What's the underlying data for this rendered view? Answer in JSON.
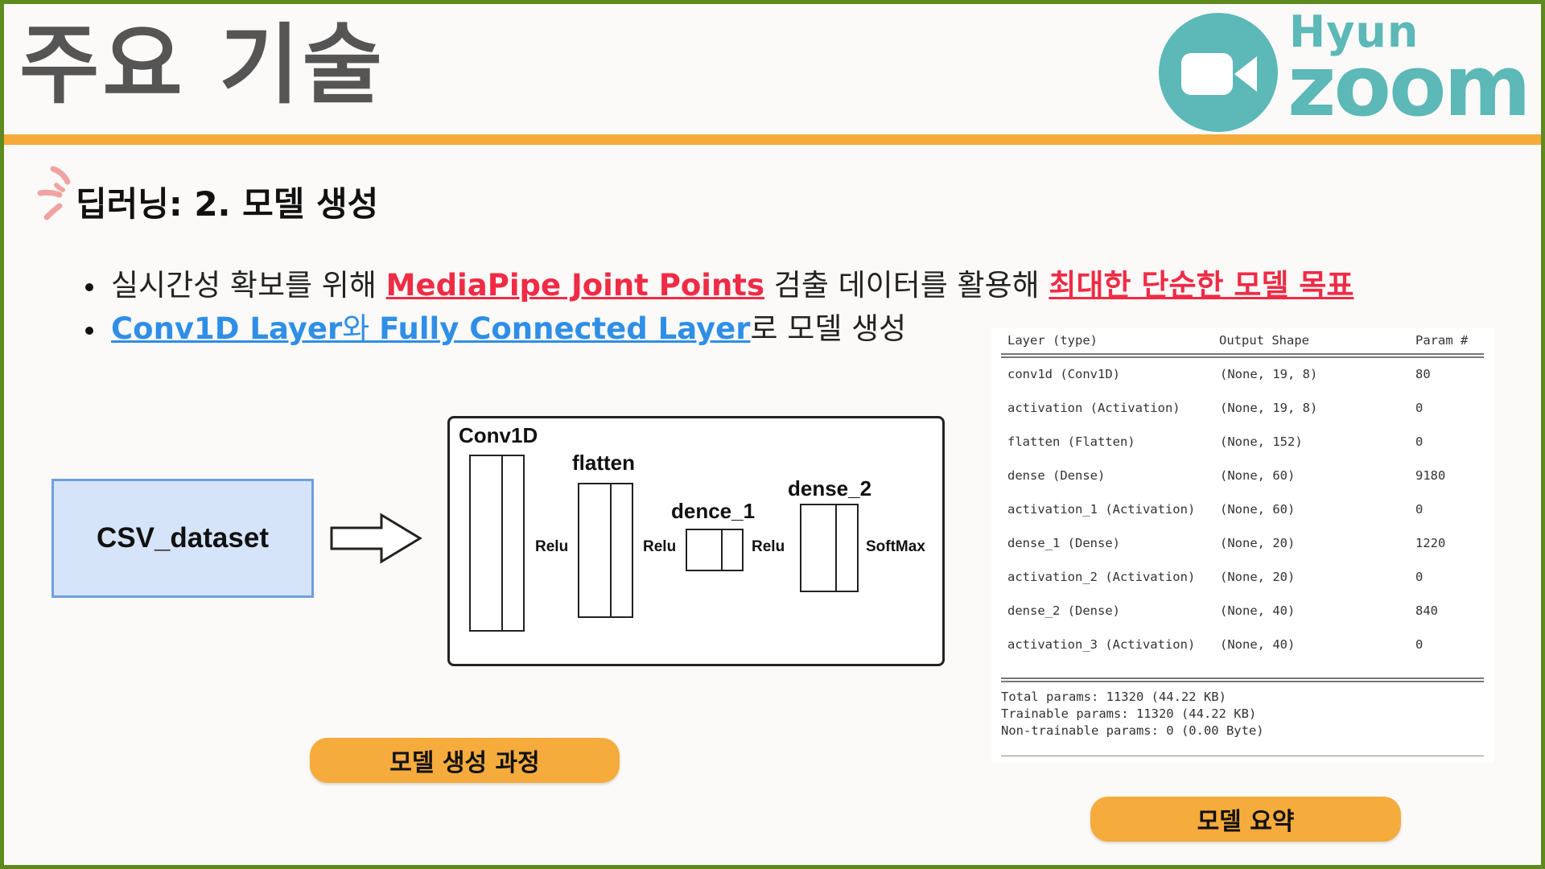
{
  "slide": {
    "title": "주요 기술",
    "section_title": "딥러닝: 2. 모델 생성"
  },
  "logo": {
    "top_text": "Hyun",
    "bottom_text": "zoom",
    "color": "#5db8b8"
  },
  "bullets": [
    {
      "pre": "실시간성 확보를 위해 ",
      "link1": "MediaPipe Joint Points",
      "mid": " 검출 데이터를 활용해 ",
      "link2": "최대한 단순한 모델 목표"
    },
    {
      "link1": "Conv1D Layer",
      "mid": "와 ",
      "link2": "Fully Connected Layer",
      "post": "로 모델 생성"
    }
  ],
  "diagram": {
    "input_label": "CSV_dataset",
    "layers": {
      "conv1d": "Conv1D",
      "flatten": "flatten",
      "dense1": "dence_1",
      "dense2": "dense_2"
    },
    "activations": [
      "Relu",
      "Relu",
      "Relu",
      "SoftMax"
    ],
    "caption": "모델 생성 과정"
  },
  "summary": {
    "headers": [
      "Layer (type)",
      "Output Shape",
      "Param #"
    ],
    "rows": [
      [
        "conv1d (Conv1D)",
        "(None, 19, 8)",
        "80"
      ],
      [
        "activation (Activation)",
        "(None, 19, 8)",
        "0"
      ],
      [
        "flatten (Flatten)",
        "(None, 152)",
        "0"
      ],
      [
        "dense (Dense)",
        "(None, 60)",
        "9180"
      ],
      [
        "activation_1 (Activation)",
        "(None, 60)",
        "0"
      ],
      [
        "dense_1 (Dense)",
        "(None, 20)",
        "1220"
      ],
      [
        "activation_2 (Activation)",
        "(None, 20)",
        "0"
      ],
      [
        "dense_2 (Dense)",
        "(None, 40)",
        "840"
      ],
      [
        "activation_3 (Activation)",
        "(None, 40)",
        "0"
      ]
    ],
    "total": "Total params: 11320 (44.22 KB)",
    "trainable": "Trainable params: 11320 (44.22 KB)",
    "non_trainable": "Non-trainable params: 0 (0.00 Byte)",
    "caption": "모델 요약"
  },
  "colors": {
    "border": "#5e8a1f",
    "accent_orange": "#f6aa3a",
    "link_red": "#ef2b45",
    "link_blue": "#2f8ee6",
    "input_box": "#d6e4fa"
  }
}
